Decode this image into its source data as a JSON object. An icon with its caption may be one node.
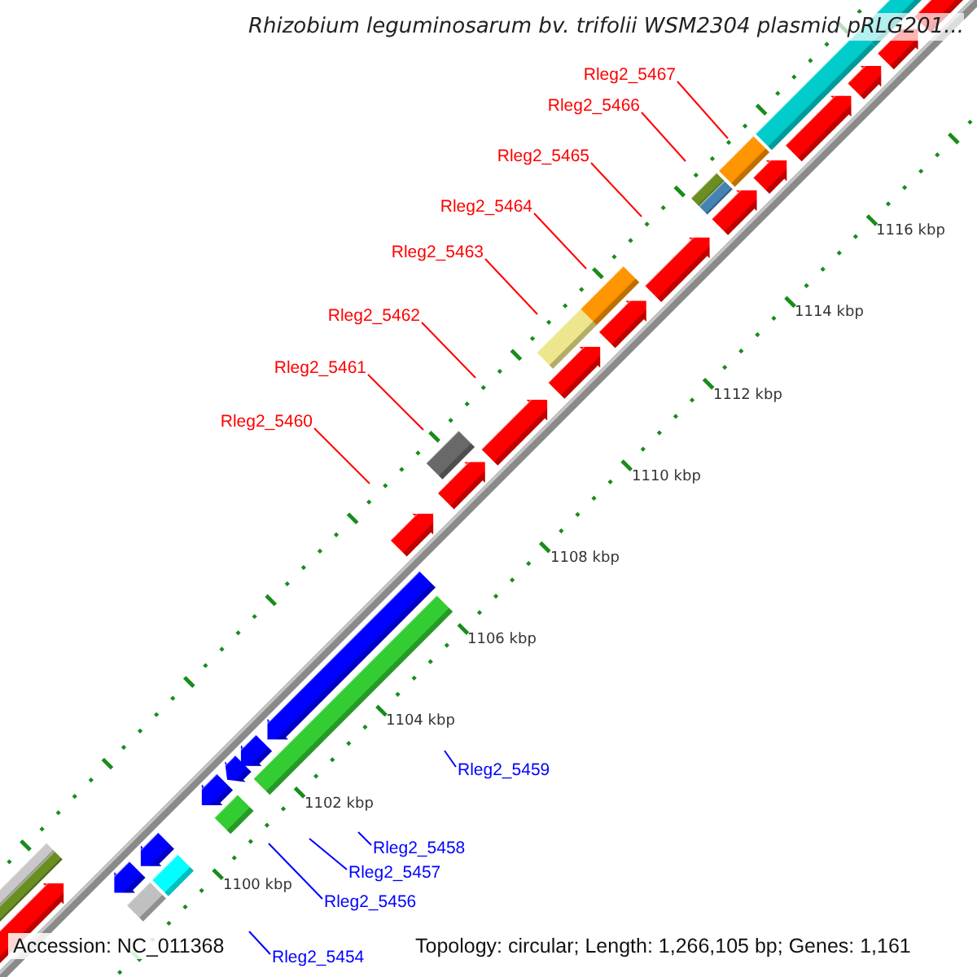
{
  "diagram": {
    "title": "Rhizobium leguminosarum bv. trifolii WSM2304 plasmid pRLG201...",
    "nodes": [
      {
        "text": [
          "Rleg2_5467"
        ]
      },
      {
        "text": [
          "Rleg2_5466"
        ]
      },
      {
        "text": [
          "Rleg2_5465"
        ]
      },
      {
        "text": [
          "Rleg2_5464"
        ]
      },
      {
        "text": [
          "Rleg2_5463"
        ]
      },
      {
        "text": [
          "Rleg2_5462"
        ]
      },
      {
        "text": [
          "Rleg2_5461"
        ]
      },
      {
        "text": [
          "Rleg2_5460"
        ]
      },
      {
        "text": [
          "Rleg2_5459"
        ]
      },
      {
        "text": [
          "Rleg2_5458"
        ]
      },
      {
        "text": [
          "Rleg2_5457"
        ]
      },
      {
        "text": [
          "Rleg2_5456"
        ]
      },
      {
        "text": [
          "Rleg2_5454"
        ]
      }
    ],
    "edges": [
      {
        "from": 0,
        "to": null,
        "arrow": "none"
      },
      {
        "from": 1,
        "to": null,
        "arrow": "none"
      },
      {
        "from": 2,
        "to": null,
        "arrow": "none"
      },
      {
        "from": 3,
        "to": null,
        "arrow": "none"
      },
      {
        "from": 4,
        "to": null,
        "arrow": "none"
      },
      {
        "from": 5,
        "to": null,
        "arrow": "none"
      },
      {
        "from": 6,
        "to": null,
        "arrow": "none"
      },
      {
        "from": 7,
        "to": null,
        "arrow": "none"
      },
      {
        "from": 8,
        "to": null,
        "arrow": "none",
        "color": "#0000ff"
      },
      {
        "from": 9,
        "to": null,
        "arrow": "none",
        "color": "#0000ff"
      },
      {
        "from": 10,
        "to": null,
        "arrow": "none",
        "color": "#0000ff"
      },
      {
        "from": 11,
        "to": null,
        "arrow": "none",
        "color": "#0000ff"
      },
      {
        "from": 12,
        "to": null,
        "arrow": "none",
        "color": "#0000ff"
      }
    ],
    "labels": [
      "1116 kbp",
      "1114 kbp",
      "1112 kbp",
      "1110 kbp",
      "1108 kbp",
      "1106 kbp",
      "1104 kbp",
      "1102 kbp",
      "1100 kbp",
      "Accession: NC_011368",
      "Topology: circular; Length: 1,266,105 bp; Genes: 1,161"
    ]
  }
}
